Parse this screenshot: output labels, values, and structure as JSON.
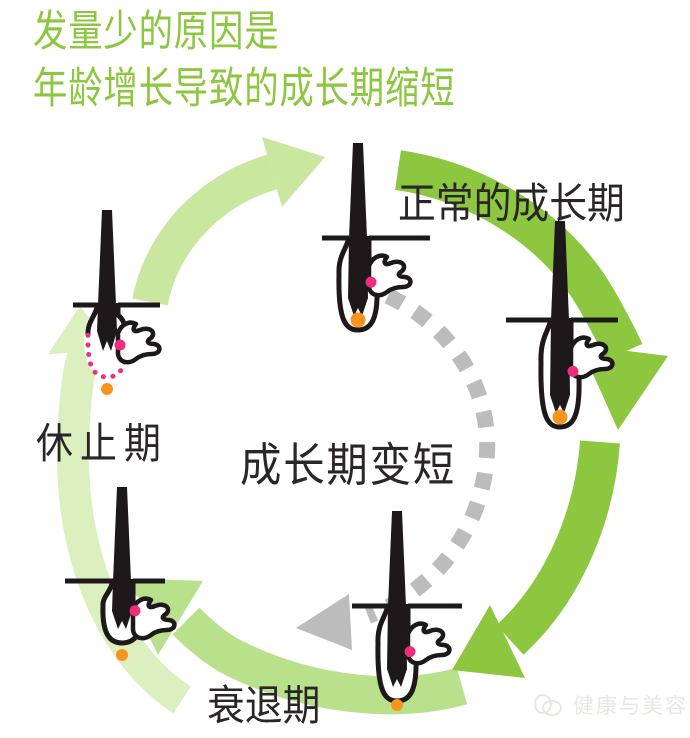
{
  "title": {
    "line1": "发量少的原因是",
    "line2": "年龄增长导致的成长期缩短"
  },
  "labels": {
    "normal_growth": "正常的成长期",
    "telogen": "休止期",
    "shortened_growth": "成长期变短",
    "catagen": "衰退期"
  },
  "watermark": {
    "text": "健康与美容"
  },
  "colors": {
    "title_green": "#8dc63f",
    "arrow_bright": "#8dc63f",
    "arrow_light": "#c9e79e",
    "arrow_medium_light": "#b9e18c",
    "arrow_palest": "#dbefbf",
    "dash_gray": "#bcbcbc",
    "ink": "#1d181a",
    "label_ink": "#2a2627",
    "pink_dot": "#ee2e7d",
    "orange_dot": "#f7941e",
    "watermark_gray": "#e7e7e3"
  }
}
